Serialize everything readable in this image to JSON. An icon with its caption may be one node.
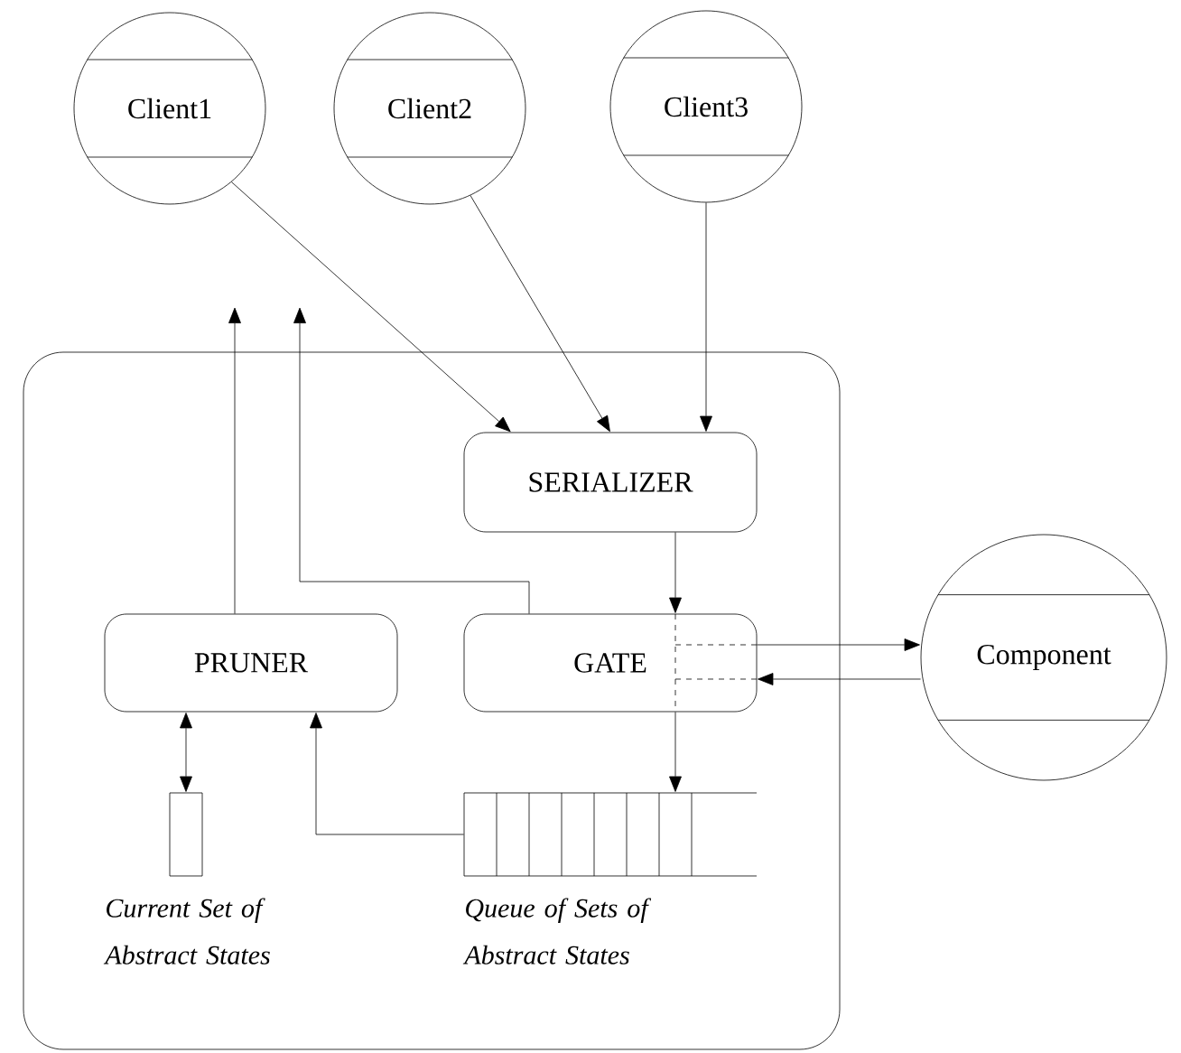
{
  "diagram": {
    "nodes": [
      {
        "text": [],
        "shape": "box"
      },
      {
        "text": [
          "Client1"
        ]
      },
      {
        "text": [
          "Client2"
        ]
      },
      {
        "text": [
          "Client3"
        ]
      },
      {
        "text": [
          "SERIALIZER"
        ],
        "in": 0
      },
      {
        "text": [
          "PRUNER"
        ],
        "in": 0
      },
      {
        "text": [
          "GATE"
        ],
        "in": 0
      },
      {
        "text": [
          "Component"
        ]
      },
      {
        "text": [],
        "shape": "box",
        "in": 0,
        "beside": [
          "Current Set of Abstract States"
        ]
      },
      {
        "text": [],
        "shape": "bar",
        "in": 0,
        "beside": [
          "Queue of Sets of Abstract States"
        ]
      }
    ],
    "edges": [
      {
        "from": 1,
        "to": 4,
        "arrow": "to"
      },
      {
        "from": 2,
        "to": 4,
        "arrow": "to"
      },
      {
        "from": 3,
        "to": 4,
        "arrow": "to"
      },
      {
        "from": 5,
        "to": null,
        "arrow": "to"
      },
      {
        "from": 6,
        "to": null,
        "arrow": "to"
      },
      {
        "from": 4,
        "to": 6,
        "arrow": "to"
      },
      {
        "from": 6,
        "to": 7,
        "arrow": "to"
      },
      {
        "from": 7,
        "to": 6,
        "arrow": "to"
      },
      {
        "from": 5,
        "to": 8,
        "arrow": "both"
      },
      {
        "from": 6,
        "to": 9,
        "arrow": "to"
      },
      {
        "from": 9,
        "to": 5,
        "arrow": "to"
      }
    ]
  }
}
